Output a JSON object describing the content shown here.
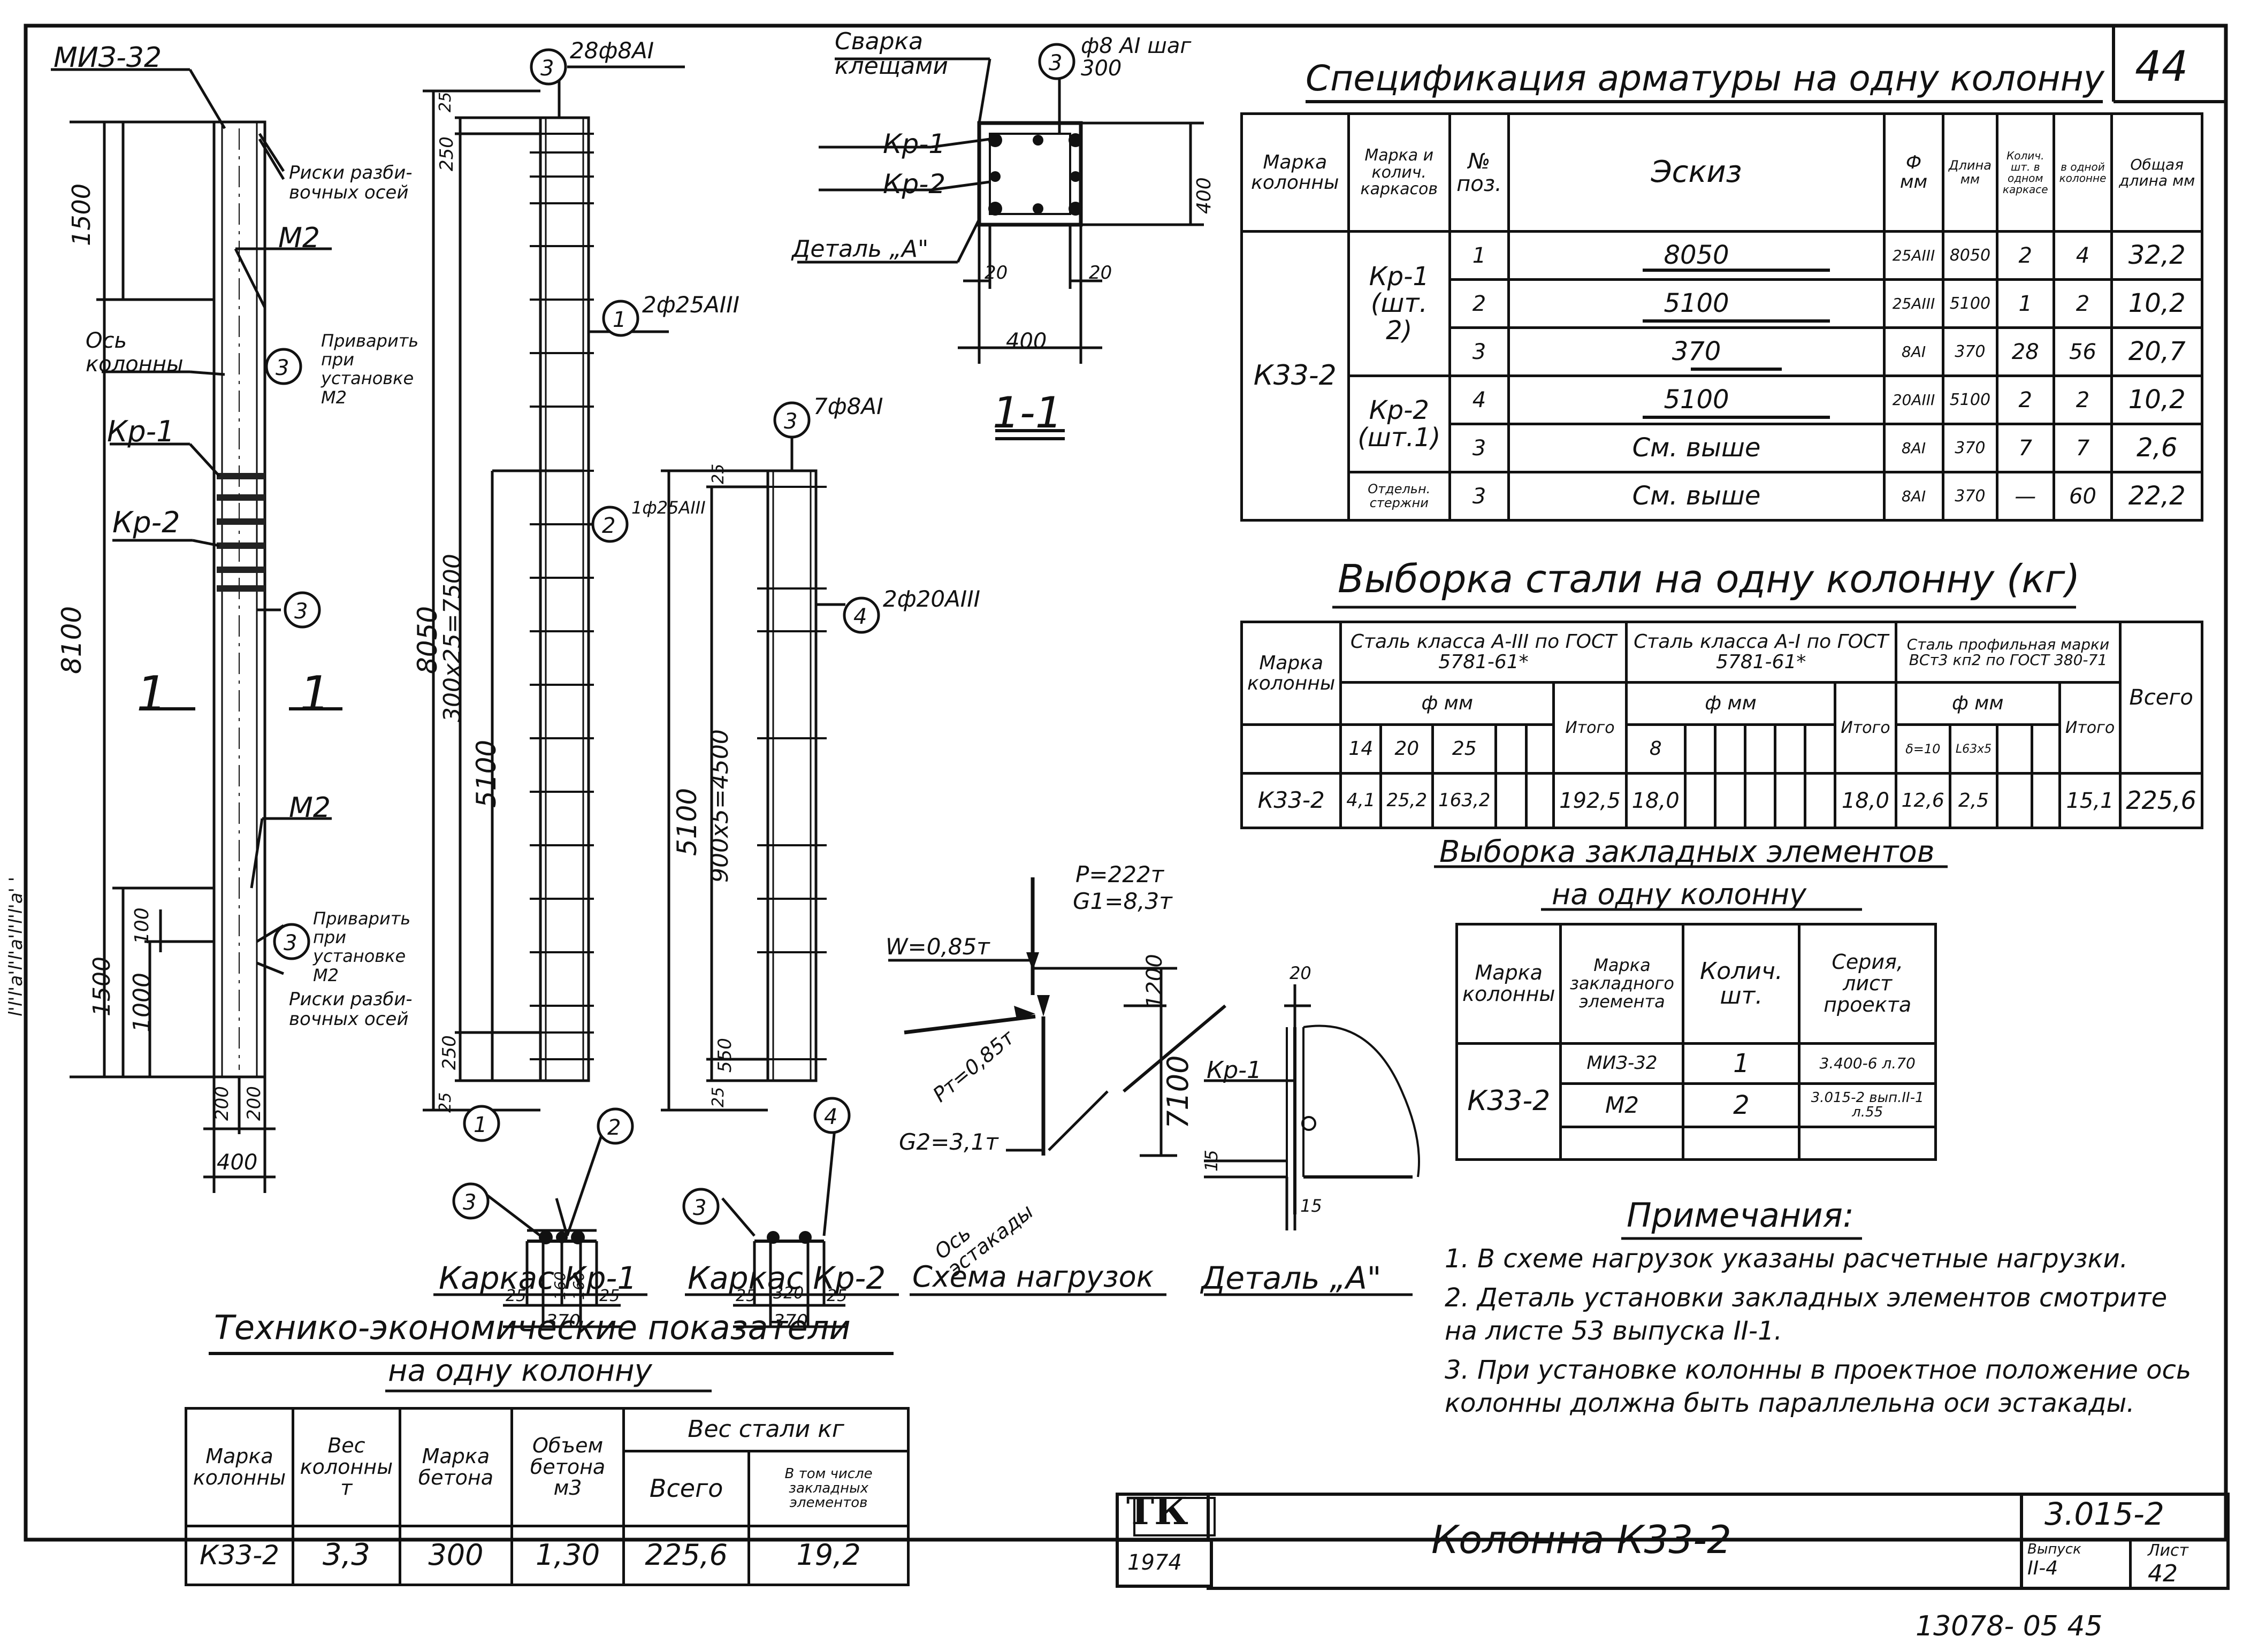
{
  "sheet": {
    "page_number": "44",
    "bottom_code": "13078- 05  45",
    "edge_text": "l'l'l'a'l'l'a'l'l'l'a' '"
  },
  "spec_title": "Спецификация арматуры на одну колонну",
  "spec_table": {
    "headers": [
      "Марка колонны",
      "Марка и колич. каркасов",
      "№ поз.",
      "Эскиз",
      "Ф мм",
      "Длина мм",
      "Колич. шт. в одном каркасе",
      "в одной колонне",
      "Общая длина мм"
    ],
    "column_mark": "К33-2",
    "rows": [
      {
        "group": "Кр-1 (шт. 2)",
        "pos": "1",
        "sketch": "8050",
        "dia": "25АIII",
        "len": "8050",
        "per_cage": "2",
        "per_col": "4",
        "total": "32,2"
      },
      {
        "group": "",
        "pos": "2",
        "sketch": "5100",
        "dia": "25АIII",
        "len": "5100",
        "per_cage": "1",
        "per_col": "2",
        "total": "10,2"
      },
      {
        "group": "",
        "pos": "3",
        "sketch": "370",
        "dia": "8АI",
        "len": "370",
        "per_cage": "28",
        "per_col": "56",
        "total": "20,7"
      },
      {
        "group": "Кр-2 (шт.1)",
        "pos": "4",
        "sketch": "5100",
        "dia": "20АIII",
        "len": "5100",
        "per_cage": "2",
        "per_col": "2",
        "total": "10,2"
      },
      {
        "group": "",
        "pos": "3",
        "sketch": "См. выше",
        "dia": "8АI",
        "len": "370",
        "per_cage": "7",
        "per_col": "7",
        "total": "2,6"
      },
      {
        "group": "Отдельн. стержни",
        "pos": "3",
        "sketch": "См. выше",
        "dia": "8АI",
        "len": "370",
        "per_cage": "—",
        "per_col": "60",
        "total": "22,2"
      }
    ]
  },
  "steel_title": "Выборка стали на одну колонну (кг)",
  "steel_table": {
    "h_mark": "Марка колонны",
    "h_a3": "Сталь класса А-III по ГОСТ 5781-61*",
    "h_a1": "Сталь класса А-I по ГОСТ 5781-61*",
    "h_prof": "Сталь профильная марки ВСт3 кп2 по ГОСТ 380-71",
    "h_dia": "ф мм",
    "h_total": "Итого",
    "h_all": "Всего",
    "a3_dias": [
      "14",
      "20",
      "25"
    ],
    "a1_dias": [
      "8"
    ],
    "prof_dias": [
      "δ=10",
      "L63х5"
    ],
    "row": {
      "mark": "К33-2",
      "a3": [
        "4,1",
        "25,2",
        "163,2"
      ],
      "a3_total": "192,5",
      "a1": [
        "18,0"
      ],
      "a1_total": "18,0",
      "prof": [
        "12,6",
        "2,5"
      ],
      "prof_total": "15,1",
      "all": "225,6"
    }
  },
  "embed_title": "Выборка закладных элементов",
  "embed_subtitle": "на одну колонну",
  "embed_table": {
    "headers": [
      "Марка колонны",
      "Марка закладного элемента",
      "Колич. шт.",
      "Серия, лист проекта"
    ],
    "mark": "К33-2",
    "rows": [
      {
        "element": "МИЗ-32",
        "qty": "1",
        "series": "3.400-6 л.70"
      },
      {
        "element": "М2",
        "qty": "2",
        "series": "3.015-2 вып.II-1 л.55"
      }
    ]
  },
  "notes": {
    "title": "Примечания:",
    "items": [
      "1. В схеме нагрузок указаны расчетные нагрузки.",
      "2. Деталь установки закладных элементов смотрите на листе 53 выпуска II-1.",
      "3. При установке колонны в проектное положение ось колонны должна быть параллельна оси эстакады."
    ]
  },
  "tech_title": "Технико-экономические показатели",
  "tech_subtitle": "на одну колонну",
  "tech_table": {
    "headers": [
      "Марка колонны",
      "Вес колонны т",
      "Марка бетона",
      "Объем бетона м3",
      "Вес стали кг",
      "Всего",
      "В том числе закладных элементов"
    ],
    "row": {
      "mark": "К33-2",
      "weight": "3,3",
      "concrete": "300",
      "volume": "1,30",
      "steel": "225,6",
      "embedded": "19,2"
    }
  },
  "stamp": {
    "logo": "ТК",
    "year": "1974",
    "title": "Колонна К33-2",
    "series": "3.015-2",
    "issue_label": "Выпуск",
    "issue": "II-4",
    "sheet_label": "Лист",
    "sheet": "42"
  },
  "drawing_labels": {
    "miz": "МИЗ-32",
    "risks": "Риски разби-вочных осей",
    "m2": "М2",
    "weld_at": "Приварить при установке М2",
    "axis": "Ось колонны",
    "kr1": "Кр-1",
    "kr2": "Кр-2",
    "d1500": "1500",
    "d8100": "8100",
    "d1000": "1000",
    "d200": "200",
    "d400": "400",
    "d100": "100",
    "sec1": "1",
    "c3": "3",
    "c1": "1",
    "c2": "2",
    "c4": "4",
    "c3_28": "28ф8АI",
    "c1_label": "2ф25АIII",
    "c2_label": "1ф25АIII",
    "c3_7": "7ф8АI",
    "c4_label": "2ф20АIII",
    "d8050": "8050",
    "d7500": "300х25=7500",
    "d5100": "5100",
    "d250": "250",
    "d25": "25",
    "d4500": "900х5=4500",
    "d550": "550",
    "d160": "160",
    "d320": "320",
    "d370": "370",
    "d20": "20",
    "cage1": "Каркас Кр-1",
    "cage2": "Каркас Кр-2",
    "weld_pincers": "Сварка клещами",
    "stir": "ф8 АI шаг 300",
    "detail_a": "Деталь „А\"",
    "section": "1-1",
    "load_p": "P=222т",
    "load_g1": "G1=8,3т",
    "load_w": "W=0,85т",
    "load_pt": "Pт=0,85т",
    "load_g2": "G2=3,1т",
    "d1200": "1200",
    "d7100": "7100",
    "d15": "15",
    "axis_trestle": "Ось эстакады",
    "load_scheme": "Схема нагрузок",
    "detail_title": "Деталь „А\""
  }
}
